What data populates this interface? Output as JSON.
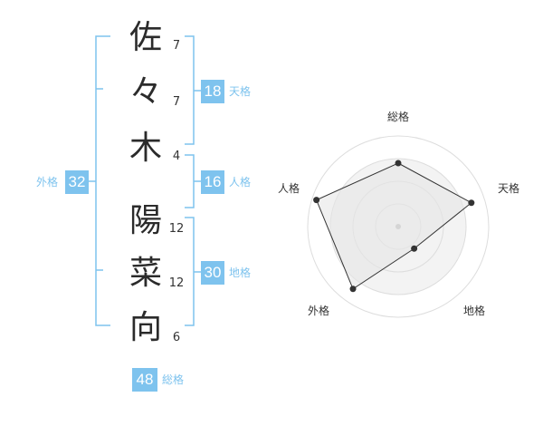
{
  "name": {
    "chars": [
      {
        "char": "佐",
        "strokes": "7"
      },
      {
        "char": "々",
        "strokes": "7"
      },
      {
        "char": "木",
        "strokes": "4"
      },
      {
        "char": "陽",
        "strokes": "12"
      },
      {
        "char": "菜",
        "strokes": "12"
      },
      {
        "char": "向",
        "strokes": "6"
      }
    ]
  },
  "kakusu": {
    "tenkaku": {
      "value": "18",
      "label": "天格"
    },
    "jinkaku": {
      "value": "16",
      "label": "人格"
    },
    "chikaku": {
      "value": "30",
      "label": "地格"
    },
    "gaikaku": {
      "value": "32",
      "label": "外格"
    },
    "soukaku": {
      "value": "48",
      "label": "総格"
    }
  },
  "colors": {
    "accent": "#7ec3ee",
    "text": "#2b2b2b",
    "radar_fill": "#f0f0f0",
    "radar_ring": "#e6e6e6"
  },
  "chart_data": {
    "type": "radar",
    "axes": [
      "総格",
      "天格",
      "地格",
      "外格",
      "人格"
    ],
    "values": [
      0.7,
      0.85,
      0.3,
      0.85,
      0.95
    ],
    "rings": 4
  }
}
